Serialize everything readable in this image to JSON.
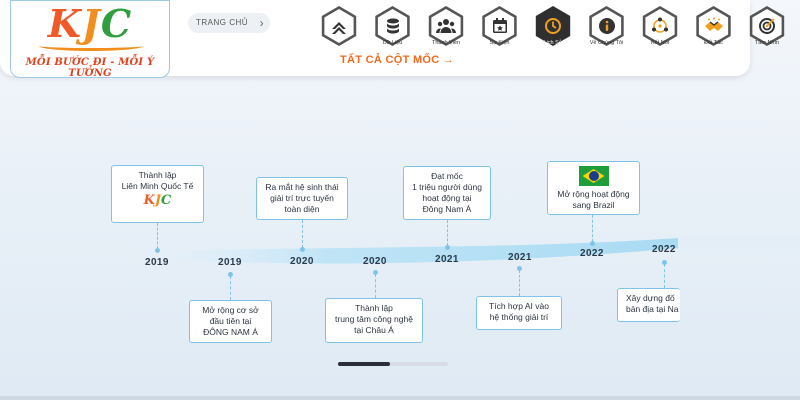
{
  "logo": {
    "k": "K",
    "j": "J",
    "c": "C",
    "tagline": "MỖI BƯỚC ĐI - MỖI Ý TƯỞNG"
  },
  "breadcrumb": {
    "label": "TRANG CHỦ",
    "chevron": "›"
  },
  "nav": {
    "items": [
      {
        "label": "",
        "icon": "chevron-up-icon",
        "active": false
      },
      {
        "label": "Dữ Liệu",
        "icon": "database-icon",
        "active": false
      },
      {
        "label": "Thành Viên",
        "icon": "users-icon",
        "active": false
      },
      {
        "label": "Sự Kiện",
        "icon": "calendar-icon",
        "active": false
      },
      {
        "label": "Lịch Sử",
        "icon": "history-clock-icon",
        "active": true
      },
      {
        "label": "Về Chúng Tôi",
        "icon": "info-icon",
        "active": false
      },
      {
        "label": "Kết Nối",
        "icon": "network-icon",
        "active": false
      },
      {
        "label": "Đối Tác",
        "icon": "handshake-icon",
        "active": false
      },
      {
        "label": "Tầm Nhìn",
        "icon": "target-icon",
        "active": false
      }
    ]
  },
  "cta": {
    "label": "TẤT CẢ CỘT MỐC",
    "arrow": "→"
  },
  "timeline": {
    "years": [
      "2019",
      "2019",
      "2020",
      "2020",
      "2021",
      "2021",
      "2022",
      "2022"
    ],
    "top_cards": [
      {
        "lines": [
          "Thành lập",
          "Liên Minh Quốc Tế"
        ],
        "has_logo": true
      },
      {
        "lines": [
          "Ra mắt hệ sinh thái",
          "giải trí trực tuyến",
          "toàn diện"
        ]
      },
      {
        "lines": [
          "Đạt mốc",
          "1 triệu người dùng",
          "hoạt động tại",
          "Đông Nam Á"
        ]
      },
      {
        "lines": [
          "Mở rộng hoạt động",
          "sang Brazil"
        ],
        "has_flag": true
      }
    ],
    "bottom_cards": [
      {
        "lines": [
          "Mở rộng cơ sở",
          "đầu tiên tại",
          "ĐÔNG NAM Á"
        ]
      },
      {
        "lines": [
          "Thành lập",
          "trung tâm công nghệ",
          "tại Châu Á"
        ]
      },
      {
        "lines": [
          "Tích hợp AI vào",
          "hệ thống giải trí"
        ]
      },
      {
        "lines": [
          "Xây dựng đố",
          "bản địa tại Na"
        ]
      }
    ]
  },
  "colors": {
    "accent": "#f06a1c",
    "card_border": "#7fc4e8",
    "ribbon": "#bfe4f6"
  },
  "scrollbar": {
    "progress": 0.47
  }
}
